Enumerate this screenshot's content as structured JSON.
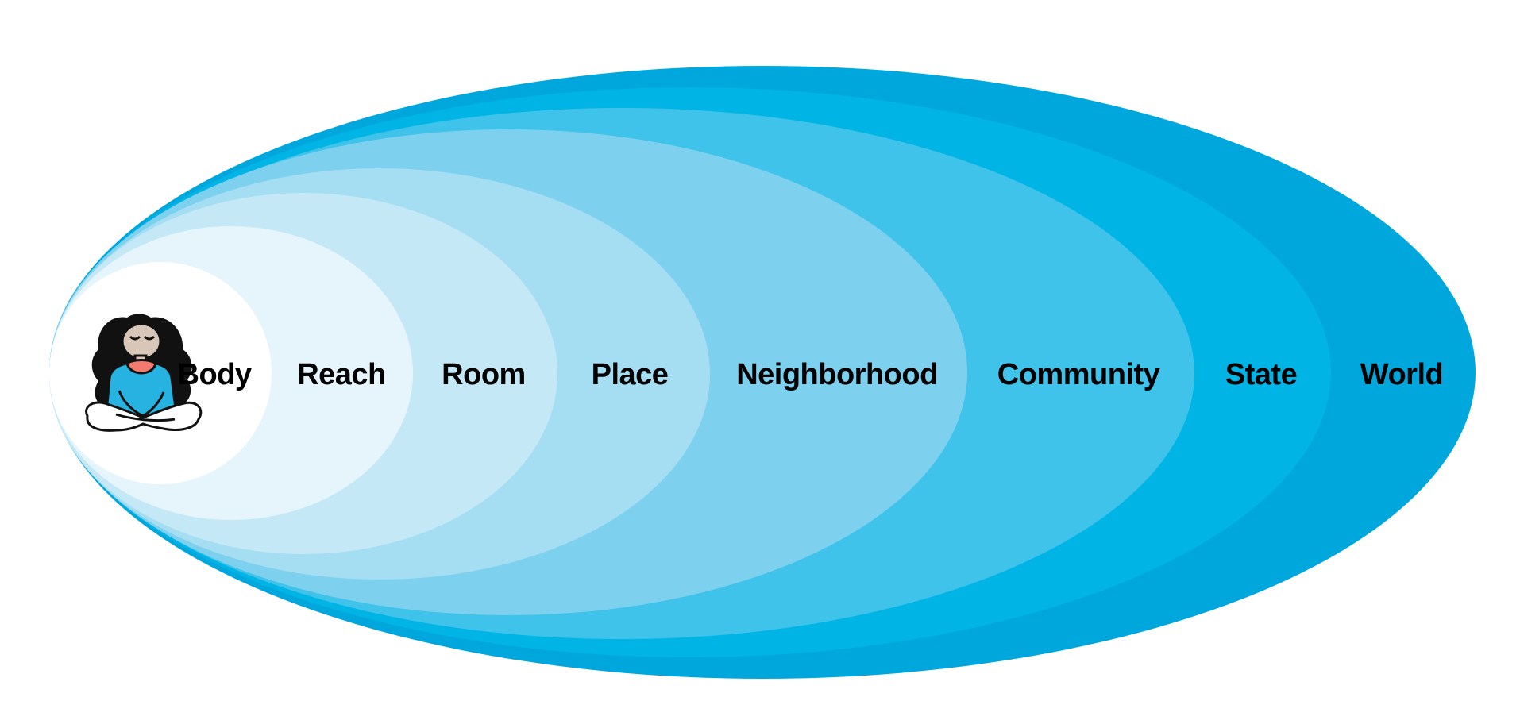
{
  "diagram": {
    "type": "nested-ellipses",
    "rings": [
      {
        "label": "Body",
        "color": "#ffffff"
      },
      {
        "label": "Reach",
        "color": "#e6f5fb"
      },
      {
        "label": "Room",
        "color": "#c4e8f6"
      },
      {
        "label": "Place",
        "color": "#a5ddf2"
      },
      {
        "label": "Neighborhood",
        "color": "#7ed0ef"
      },
      {
        "label": "Community",
        "color": "#40c3ea"
      },
      {
        "label": "State",
        "color": "#00b4e5"
      },
      {
        "label": "World",
        "color": "#00a7dd"
      }
    ],
    "figure": {
      "icon": "meditating-person-icon",
      "colors": {
        "hair": "#111111",
        "skin": "#d8c6b8",
        "shirt": "#27b3e1",
        "collar": "#f07b6e",
        "legs": "#ffffff"
      }
    }
  }
}
